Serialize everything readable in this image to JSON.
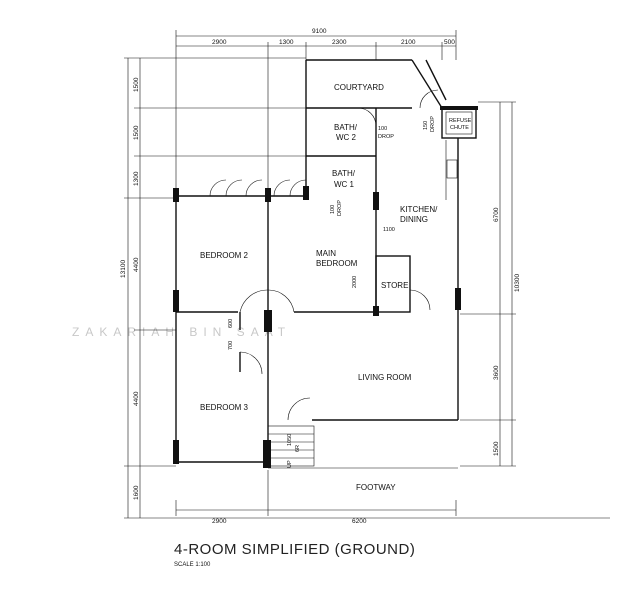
{
  "title": "4-ROOM SIMPLIFIED (GROUND)",
  "scale": "SCALE  1:100",
  "watermark": "ZAKARIAH BIN SAAT",
  "rooms": {
    "courtyard": "COURTYARD",
    "bath2_a": "BATH/",
    "bath2_b": "WC 2",
    "bath1_a": "BATH/",
    "bath1_b": "WC 1",
    "refuse_a": "REFUSE",
    "refuse_b": "CHUTE",
    "kitchen_a": "KITCHEN/",
    "kitchen_b": "DINING",
    "bedroom2": "BEDROOM 2",
    "main_a": "MAIN",
    "main_b": "BEDROOM",
    "store": "STORE",
    "living": "LIVING ROOM",
    "bedroom3": "BEDROOM 3",
    "footway": "FOOTWAY"
  },
  "annotations": {
    "drop150": "150",
    "drop150b": "DROP",
    "drop100a": "100",
    "drop100b": "DROP",
    "drop100c": "100",
    "drop100d": "DROP",
    "w1100": "1100",
    "w2000": "2000",
    "w600": "600",
    "w700": "700",
    "w1050": "1050",
    "up": "UP",
    "r6": "6R"
  },
  "dimensions": {
    "top_total": "9100",
    "top": [
      "2900",
      "1300",
      "2300",
      "2100",
      "500"
    ],
    "left_total": "13100",
    "left": [
      "1500",
      "1500",
      "1300",
      "4400",
      "4400",
      "1600"
    ],
    "right_total": "10300",
    "right": [
      "6700",
      "3600",
      "1500"
    ],
    "bottom": [
      "2900",
      "6200"
    ]
  }
}
